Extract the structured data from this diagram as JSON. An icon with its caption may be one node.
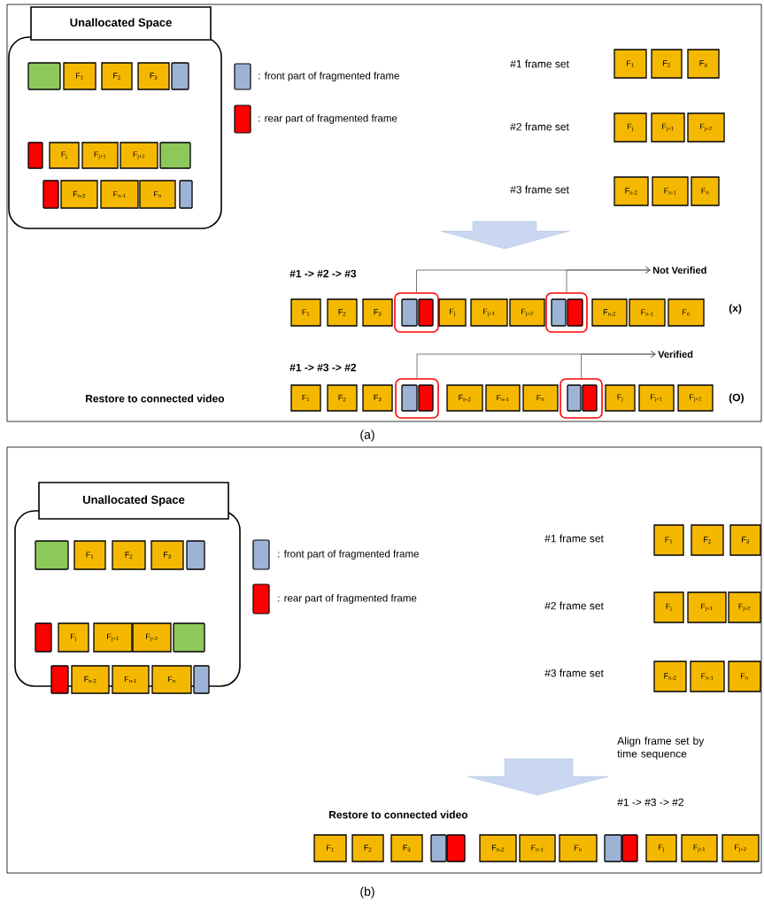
{
  "diagram": {
    "nodes": [
      {
        "text": [
          "Unallocated Space"
        ]
      },
      {
        "text": [],
        "shape": "box",
        "in": 0
      },
      {
        "text": [
          "F$_{1}$"
        ],
        "in": 0
      },
      {
        "text": [
          "F$_{2}$"
        ],
        "in": 0
      },
      {
        "text": [
          "F$_{3}$"
        ],
        "in": 0
      },
      {
        "text": [],
        "shape": "box",
        "in": 0
      },
      {
        "text": [],
        "shape": "box",
        "in": 0
      },
      {
        "text": [
          "F$_{j}$"
        ],
        "in": 0
      },
      {
        "text": [
          "F$_{j+1}$"
        ],
        "in": 0
      },
      {
        "text": [
          "F$_{j+2}$"
        ],
        "in": 0
      },
      {
        "text": [],
        "shape": "box",
        "in": 0
      },
      {
        "text": [],
        "shape": "box",
        "in": 0
      },
      {
        "text": [
          "F$_{n-2}$"
        ],
        "in": 0
      },
      {
        "text": [
          "F$_{n-1}$"
        ],
        "in": 0
      },
      {
        "text": [
          "F$_{n}$"
        ],
        "in": 0
      },
      {
        "text": [],
        "shape": "box",
        "in": 0
      },
      {
        "text": [
          "F$_{1}$"
        ]
      },
      {
        "text": [
          "F$_{2}$"
        ]
      },
      {
        "text": [
          "F$_{3}$"
        ]
      },
      {
        "text": [
          "F$_{j}$"
        ]
      },
      {
        "text": [
          "F$_{j+1}$"
        ]
      },
      {
        "text": [
          "F$_{j+2}$"
        ]
      },
      {
        "text": [
          "F$_{n-2}$"
        ]
      },
      {
        "text": [
          "F$_{n-1}$"
        ]
      },
      {
        "text": [
          "F$_{n}$"
        ]
      },
      {
        "text": [
          "Not Verified"
        ]
      },
      {
        "text": [
          "F$_{1}$"
        ]
      },
      {
        "text": [
          "F$_{2}$"
        ]
      },
      {
        "text": [
          "F$_{3}$"
        ]
      },
      {
        "text": [],
        "shape": "box"
      },
      {
        "text": [],
        "shape": "box",
        "in": 29
      },
      {
        "text": [],
        "shape": "box",
        "in": 29
      },
      {
        "text": [
          "F$_{j}$"
        ]
      },
      {
        "text": [
          "F$_{j+1}$"
        ]
      },
      {
        "text": [
          "F$_{j+2}$"
        ]
      },
      {
        "text": [],
        "shape": "box"
      },
      {
        "text": [],
        "shape": "box",
        "in": 35
      },
      {
        "text": [],
        "shape": "box",
        "in": 35
      },
      {
        "text": [
          "F$_{n-2}$"
        ]
      },
      {
        "text": [
          "F$_{n-1}$"
        ]
      },
      {
        "text": [
          "F$_{n}$"
        ]
      },
      {
        "text": [
          "Verified"
        ]
      },
      {
        "text": [
          "F$_{1}$"
        ]
      },
      {
        "text": [
          "F$_{2}$"
        ]
      },
      {
        "text": [
          "F$_{3}$"
        ]
      },
      {
        "text": [],
        "shape": "box"
      },
      {
        "text": [],
        "shape": "box",
        "in": 45
      },
      {
        "text": [],
        "shape": "box",
        "in": 45
      },
      {
        "text": [
          "F$_{n-2}$"
        ]
      },
      {
        "text": [
          "F$_{n-1}$"
        ]
      },
      {
        "text": [
          "F$_{n}$"
        ]
      },
      {
        "text": [],
        "shape": "box"
      },
      {
        "text": [],
        "shape": "box",
        "in": 51
      },
      {
        "text": [],
        "shape": "box",
        "in": 51
      },
      {
        "text": [
          "F$_{j}$"
        ]
      },
      {
        "text": [
          "F$_{j+1}$"
        ]
      },
      {
        "text": [
          "F$_{j+2}$"
        ]
      },
      {
        "text": [
          "Unallocated Space"
        ]
      },
      {
        "text": [],
        "shape": "box",
        "in": 57
      },
      {
        "text": [
          "F$_{1}$"
        ],
        "in": 57
      },
      {
        "text": [
          "F$_{2}$"
        ],
        "in": 57
      },
      {
        "text": [
          "F$_{3}$"
        ],
        "in": 57
      },
      {
        "text": [],
        "shape": "box",
        "in": 57
      },
      {
        "text": [],
        "shape": "box",
        "in": 57
      },
      {
        "text": [
          "F$_{j}$"
        ],
        "in": 57
      },
      {
        "text": [
          "F$_{j+1}$"
        ],
        "in": 57
      },
      {
        "text": [
          "F$_{j+2}$"
        ],
        "in": 57
      },
      {
        "text": [],
        "shape": "box",
        "in": 57
      },
      {
        "text": [],
        "shape": "box",
        "in": 57
      },
      {
        "text": [
          "F$_{n-2}$"
        ],
        "in": 57
      },
      {
        "text": [
          "F$_{n-1}$"
        ],
        "in": 57
      },
      {
        "text": [
          "F$_{n}$"
        ],
        "in": 57
      },
      {
        "text": [],
        "shape": "box",
        "in": 57
      },
      {
        "text": [
          "F$_{1}$"
        ]
      },
      {
        "text": [
          "F$_{2}$"
        ]
      },
      {
        "text": [
          "F$_{3}$"
        ]
      },
      {
        "text": [
          "F$_{j}$"
        ]
      },
      {
        "text": [
          "F$_{j+1}$"
        ]
      },
      {
        "text": [
          "F$_{j+2}$"
        ]
      },
      {
        "text": [
          "F$_{n-2}$"
        ]
      },
      {
        "text": [
          "F$_{n-1}$"
        ]
      },
      {
        "text": [
          "F$_{n}$"
        ]
      },
      {
        "text": [
          "F$_{1}$"
        ]
      },
      {
        "text": [
          "F$_{2}$"
        ]
      },
      {
        "text": [
          "F$_{3}$"
        ]
      },
      {
        "text": [],
        "shape": "box"
      },
      {
        "text": [],
        "shape": "box"
      },
      {
        "text": [
          "F$_{n-2}$"
        ]
      },
      {
        "text": [
          "F$_{n-1}$"
        ]
      },
      {
        "text": [
          "F$_{n}$"
        ]
      },
      {
        "text": [],
        "shape": "box"
      },
      {
        "text": [],
        "shape": "box"
      },
      {
        "text": [
          "F$_{j}$"
        ]
      },
      {
        "text": [
          "F$_{j+1}$"
        ]
      },
      {
        "text": [
          "F$_{j+2}$"
        ]
      }
    ],
    "edges": [
      {
        "from": 29,
        "to": 25,
        "arrow": "to"
      },
      {
        "from": 35,
        "to": 25,
        "arrow": "to"
      },
      {
        "from": 45,
        "to": 41,
        "arrow": "to"
      },
      {
        "from": 51,
        "to": 41,
        "arrow": "to"
      }
    ],
    "labels": [
      "#1 frame set",
      "#2 frame set",
      "#3 frame set",
      "#1 -> #2 -> #3",
      "(x)",
      "#1 -> #3 -> #2",
      "Restore to connected video",
      "(O)",
      "(a)",
      "#1 frame set",
      "#2 frame set",
      "#3 frame set",
      "Align frame set by time sequence",
      "#1 -> #3 -> #2",
      "Restore to connected video",
      "(b)"
    ],
    "legend": [
      {
        "text": ": front part of fragmented frame",
        "color": "#9db3d6"
      },
      {
        "text": ": rear part of fragmented frame",
        "color": "#ff0000"
      },
      {
        "text": ": front part of fragmented frame",
        "color": "#9db3d6"
      },
      {
        "text": ": rear part of fragmented frame",
        "color": "#ff0000"
      }
    ]
  }
}
